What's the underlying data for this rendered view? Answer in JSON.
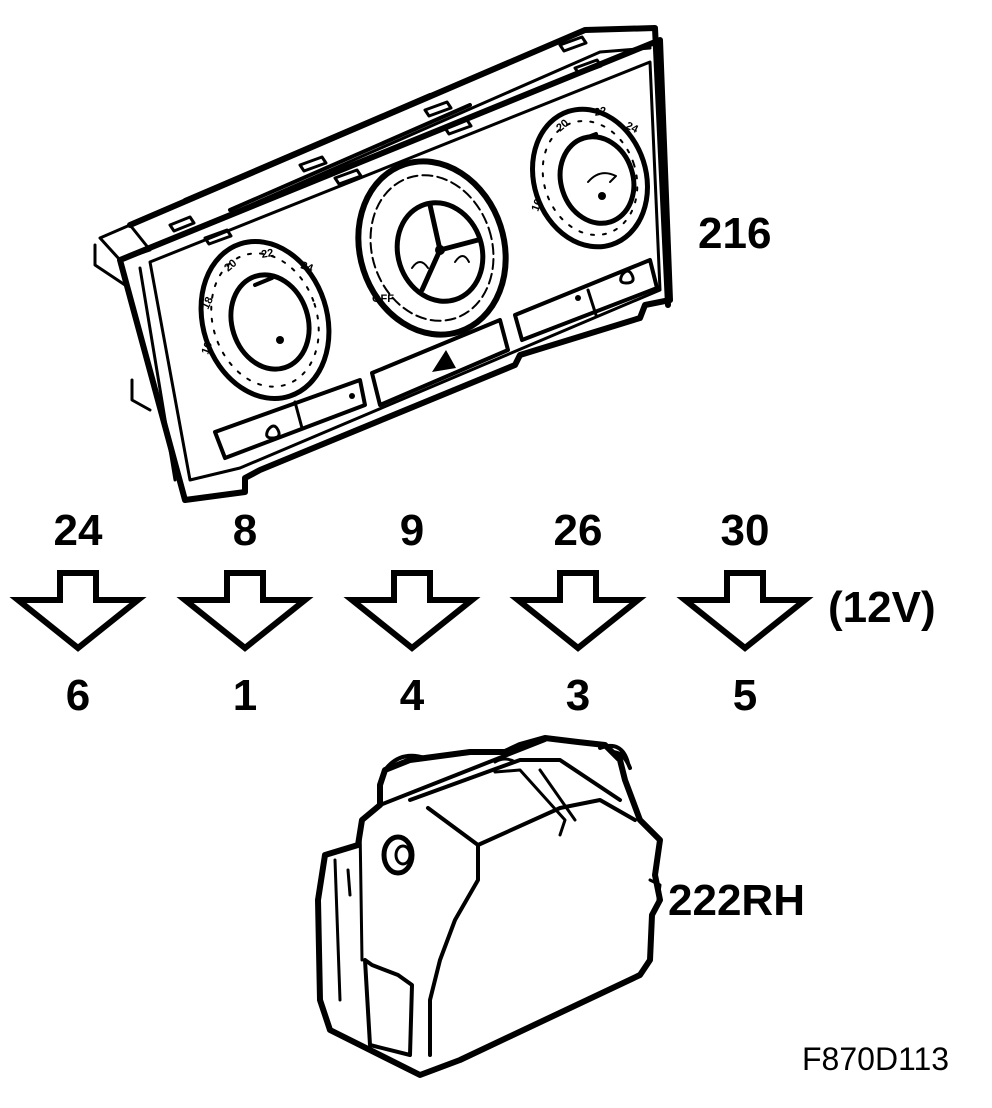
{
  "control_unit": {
    "label": "216"
  },
  "actuator": {
    "label": "222RH"
  },
  "figure_code": "F870D113",
  "supply_note": "(12V)",
  "connections": [
    {
      "from": "24",
      "to": "6"
    },
    {
      "from": "8",
      "to": "1"
    },
    {
      "from": "9",
      "to": "4"
    },
    {
      "from": "26",
      "to": "3"
    },
    {
      "from": "30",
      "to": "5"
    }
  ],
  "dial_left_scale": [
    "16",
    "18",
    "20",
    "22",
    "24"
  ],
  "dial_right_scale": [
    "16",
    "20",
    "22",
    "24"
  ],
  "dial_center_off": "OFF"
}
